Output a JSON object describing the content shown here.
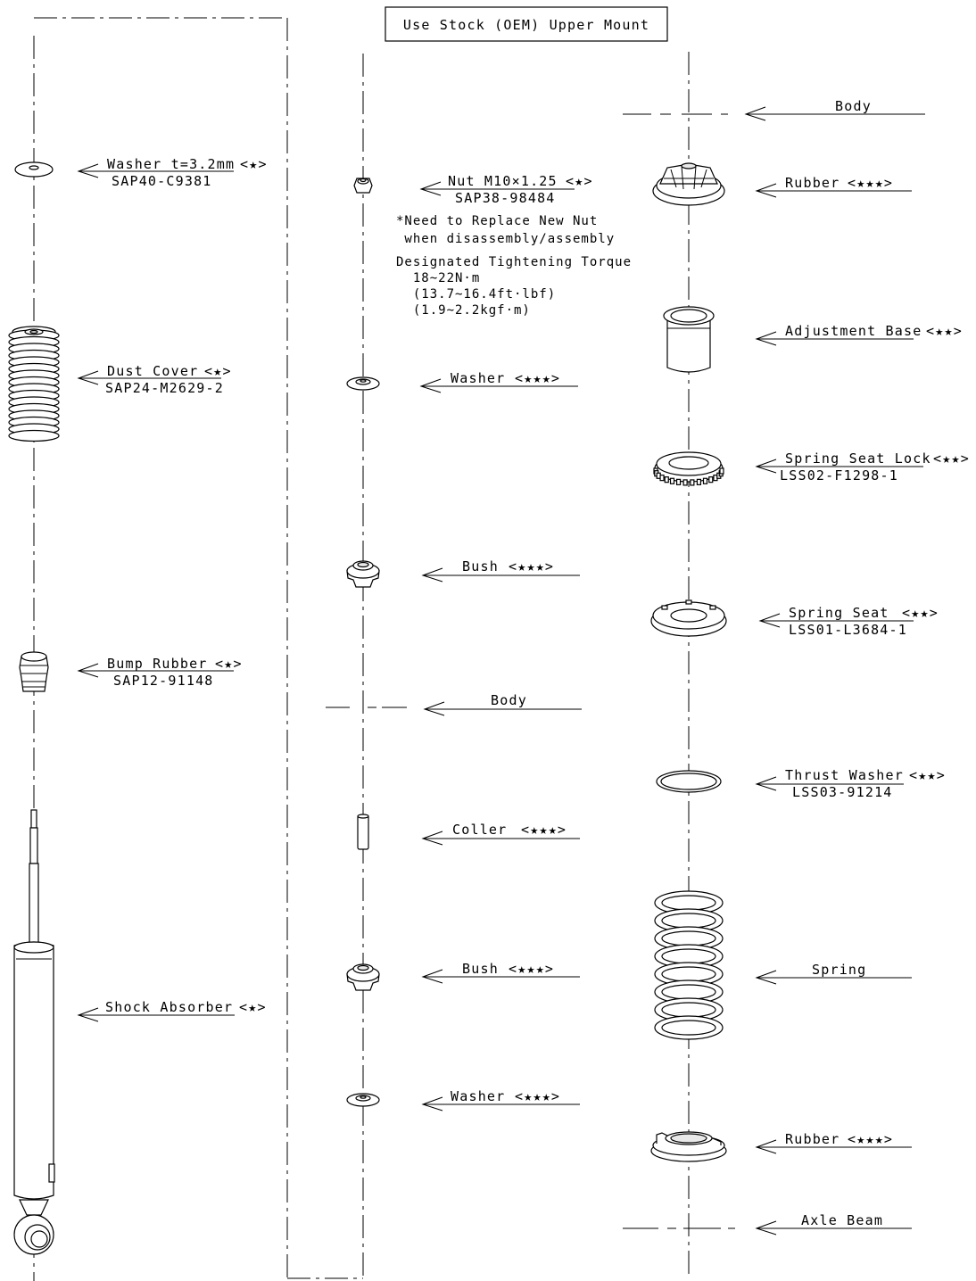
{
  "header": {
    "title": "Use Stock (OEM) Upper Mount"
  },
  "left_column": [
    {
      "name": "Washer t=3.2mm",
      "grade": "<★>",
      "part_no": "SAP40-C9381"
    },
    {
      "name": "Dust Cover",
      "grade": "<★>",
      "part_no": "SAP24-M2629-2"
    },
    {
      "name": "Bump Rubber",
      "grade": "<★>",
      "part_no": "SAP12-91148"
    },
    {
      "name": "Shock Absorber",
      "grade": "<★>",
      "part_no": ""
    }
  ],
  "middle_column": {
    "nut": {
      "name": "Nut M10×1.25",
      "grade": "<★>",
      "part_no": "SAP38-98484"
    },
    "note_lines": [
      "*Need to Replace New Nut",
      " when disassembly/assembly",
      "Designated Tightening Torque",
      "  18~22N·m",
      "  (13.7~16.4ft·lbf)",
      "  (1.9~2.2kgf·m)"
    ],
    "washer_top": {
      "name": "Washer",
      "grade": "<★★★>"
    },
    "bush_top": {
      "name": "Bush",
      "grade": "<★★★>"
    },
    "body": {
      "name": "Body"
    },
    "coller": {
      "name": "Coller",
      "grade": "<★★★>"
    },
    "bush_bottom": {
      "name": "Bush",
      "grade": "<★★★>"
    },
    "washer_bottom": {
      "name": "Washer",
      "grade": "<★★★>"
    }
  },
  "right_column": {
    "body": {
      "name": "Body"
    },
    "rubber_top": {
      "name": "Rubber",
      "grade": "<★★★>"
    },
    "adjustment_base": {
      "name": "Adjustment Base",
      "grade": "<★★>"
    },
    "spring_seat_lock": {
      "name": "Spring Seat Lock",
      "grade": "<★★>",
      "part_no": "LSS02-F1298-1"
    },
    "spring_seat": {
      "name": "Spring Seat",
      "grade": "<★★>",
      "part_no": "LSS01-L3684-1"
    },
    "thrust_washer": {
      "name": "Thrust Washer",
      "grade": "<★★>",
      "part_no": "LSS03-91214"
    },
    "spring": {
      "name": "Spring"
    },
    "rubber_bottom": {
      "name": "Rubber",
      "grade": "<★★★>"
    },
    "axle_beam": {
      "name": "Axle Beam"
    }
  }
}
